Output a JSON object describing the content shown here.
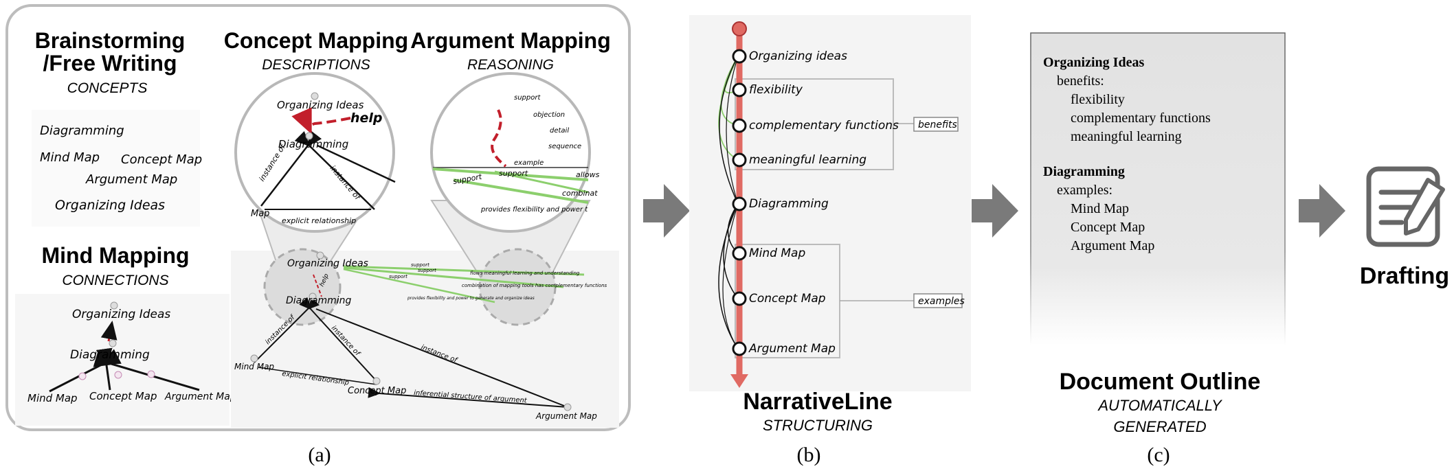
{
  "panel_a": {
    "caption": "(a)",
    "brainstorm": {
      "title_line1": "Brainstorming",
      "title_line2": "/Free Writing",
      "subtitle": "CONCEPTS",
      "words": [
        "Diagramming",
        "Mind Map",
        "Concept Map",
        "Argument Map",
        "Organizing Ideas"
      ]
    },
    "concept": {
      "title": "Concept Mapping",
      "subtitle": "DESCRIPTIONS"
    },
    "argument": {
      "title": "Argument Mapping",
      "subtitle": "REASONING"
    },
    "mind": {
      "title": "Mind Mapping",
      "subtitle": "CONNECTIONS"
    },
    "mind_nodes": [
      "Organizing Ideas",
      "Diagramming",
      "Mind Map",
      "Concept Map",
      "Argument Map"
    ],
    "lens_concept": {
      "nodes": [
        "Organizing Ideas",
        "Diagramming",
        "Map"
      ],
      "help": "help",
      "edges": [
        "instance of",
        "instance of",
        "explicit relationship"
      ]
    },
    "lens_argument": {
      "labels": [
        "support",
        "objection",
        "detail",
        "sequence",
        "example",
        "support",
        "support",
        "allows",
        "combinat",
        "provides flexibility and power t"
      ]
    },
    "map": {
      "nodes": [
        "Organizing Ideas",
        "Diagramming",
        "Mind Map",
        "Concept Map",
        "Argument Map"
      ],
      "edges": [
        "help",
        "instance of",
        "instance of",
        "explicit relationship",
        "instance of",
        "inferential structure of argument"
      ],
      "supports": [
        "support",
        "support",
        "support"
      ],
      "claims": [
        "flows meaningful learning and understanding",
        "combination of mapping tools has complementary functions",
        "provides flexibility and power to generate and organize ideas"
      ]
    }
  },
  "panel_b": {
    "caption": "(b)",
    "title": "NarrativeLine",
    "subtitle": "STRUCTURING",
    "items": [
      "Organizing ideas",
      "flexibility",
      "complementary functions",
      "meaningful learning",
      "Diagramming",
      "Mind Map",
      "Concept Map",
      "Argument Map"
    ],
    "group_labels": [
      "benefits",
      "examples"
    ]
  },
  "panel_c": {
    "caption": "(c)",
    "title": "Document Outline",
    "subtitle_line1": "AUTOMATICALLY",
    "subtitle_line2": "GENERATED",
    "outline": [
      {
        "level": 0,
        "text": "Organizing Ideas"
      },
      {
        "level": 1,
        "text": "benefits:"
      },
      {
        "level": 2,
        "text": "flexibility"
      },
      {
        "level": 2,
        "text": "complementary functions"
      },
      {
        "level": 2,
        "text": "meaningful learning"
      },
      {
        "level": 0,
        "text": "Diagramming"
      },
      {
        "level": 1,
        "text": "examples:"
      },
      {
        "level": 2,
        "text": "Mind Map"
      },
      {
        "level": 2,
        "text": "Concept Map"
      },
      {
        "level": 2,
        "text": "Argument Map"
      }
    ]
  },
  "drafting": {
    "label": "Drafting",
    "icon": "drafting-document-pen-icon"
  },
  "colors": {
    "timeline_red": "#e06a63",
    "support_green": "#8ccf6d",
    "help_red": "#c21f2b",
    "arrow_gray": "#7a7a7a",
    "panel_border": "#bdbdbd"
  }
}
